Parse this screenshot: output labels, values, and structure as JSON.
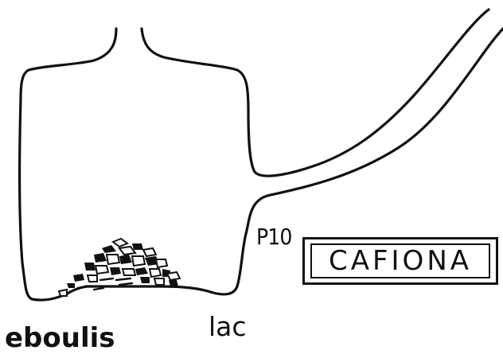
{
  "labels": {
    "station": "P10",
    "cave_name": "CAFIONA",
    "scree": "eboulis",
    "lake": "lac"
  },
  "colors": {
    "ink": "#111111",
    "paper": "#ffffff"
  }
}
